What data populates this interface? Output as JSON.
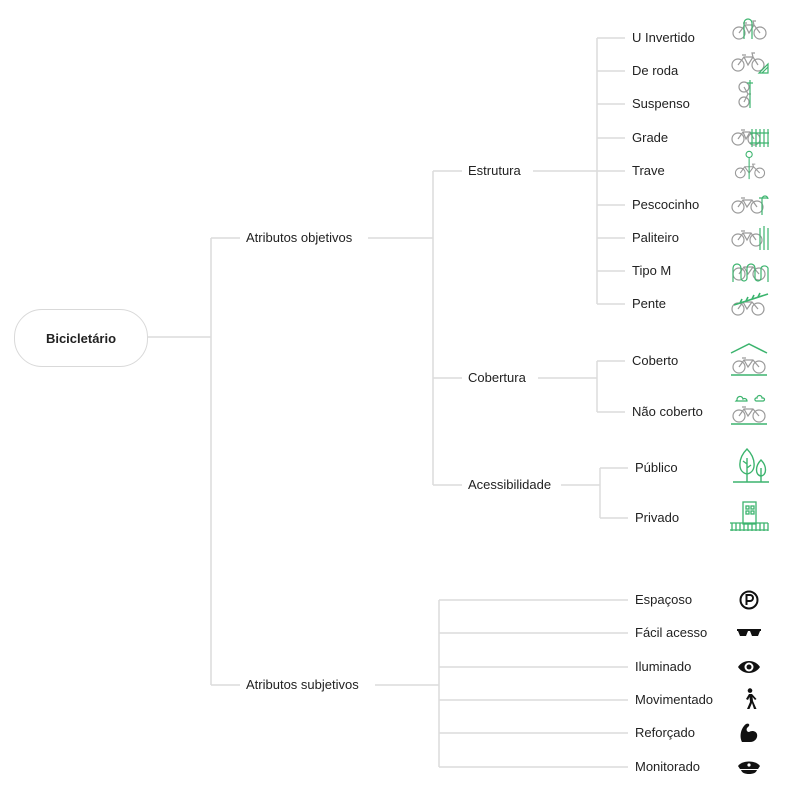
{
  "root": {
    "label": "Bicicletário"
  },
  "branches": {
    "objetivos": {
      "label": "Atributos objetivos"
    },
    "subjetivos": {
      "label": "Atributos subjetivos"
    }
  },
  "groups": {
    "estrutura": {
      "label": "Estrutura",
      "items": [
        {
          "label": "U Invertido",
          "icon": "u-invertido-rack-icon"
        },
        {
          "label": "De roda",
          "icon": "wheel-rack-icon"
        },
        {
          "label": "Suspenso",
          "icon": "suspended-rack-icon"
        },
        {
          "label": "Grade",
          "icon": "grid-rack-icon"
        },
        {
          "label": "Trave",
          "icon": "post-rack-icon"
        },
        {
          "label": "Pescocinho",
          "icon": "neck-rack-icon"
        },
        {
          "label": "Paliteiro",
          "icon": "stick-rack-icon"
        },
        {
          "label": "Tipo M",
          "icon": "m-rack-icon"
        },
        {
          "label": "Pente",
          "icon": "comb-rack-icon"
        }
      ]
    },
    "cobertura": {
      "label": "Cobertura",
      "items": [
        {
          "label": "Coberto",
          "icon": "covered-bike-icon"
        },
        {
          "label": "Não coberto",
          "icon": "uncovered-bike-icon"
        }
      ]
    },
    "acessibilidade": {
      "label": "Acessibilidade",
      "items": [
        {
          "label": "Público",
          "icon": "tree-public-icon"
        },
        {
          "label": "Privado",
          "icon": "building-private-icon"
        }
      ]
    },
    "subjetivos": {
      "items": [
        {
          "label": "Espaçoso",
          "icon": "parking-icon"
        },
        {
          "label": "Fácil acesso",
          "icon": "sunglasses-icon"
        },
        {
          "label": "Iluminado",
          "icon": "eye-icon"
        },
        {
          "label": "Movimentado",
          "icon": "walking-person-icon"
        },
        {
          "label": "Reforçado",
          "icon": "flexed-arm-icon"
        },
        {
          "label": "Monitorado",
          "icon": "police-cap-icon"
        }
      ]
    }
  },
  "colors": {
    "line": "#dcdcdc",
    "accent": "#3cb46e",
    "bike": "#9a9a9a",
    "text": "#222222",
    "icon_dark": "#111111"
  }
}
